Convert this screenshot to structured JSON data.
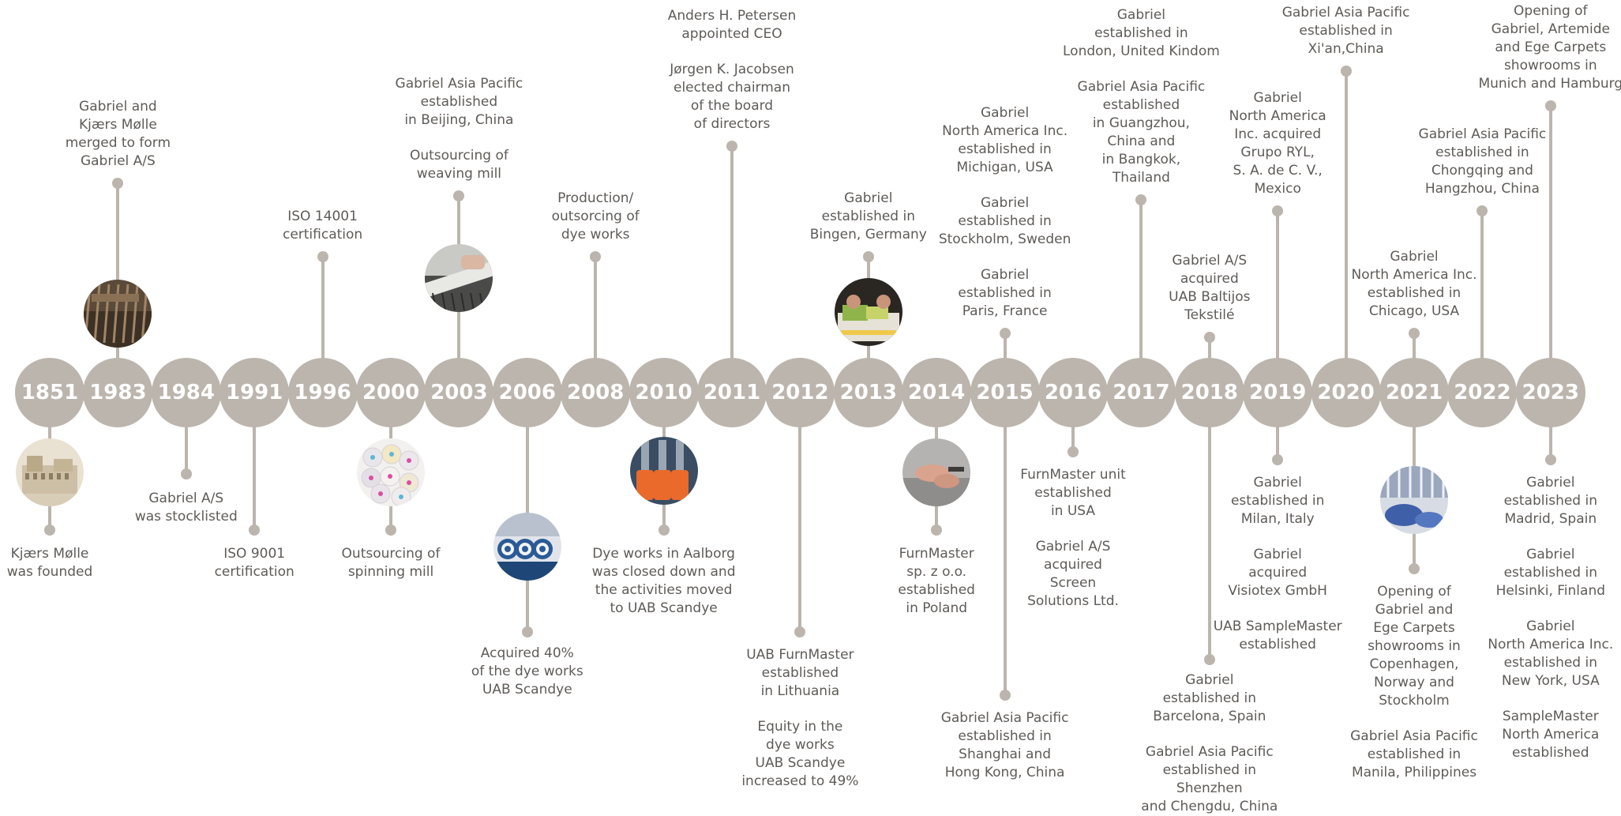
{
  "colors": {
    "accent": "#bbb5ad",
    "text": "#5e5b58"
  },
  "years": [
    {
      "label": "1851",
      "above": [],
      "below": [
        "Kjærs Mølle\nwas founded"
      ],
      "below_photo": "historic-factory-photo",
      "above_photo": null
    },
    {
      "label": "1983",
      "above": [
        "Gabriel and\nKjærs Mølle\nmerged to form\nGabriel A/S"
      ],
      "above_photo": "loom-machinery-photo",
      "below": [],
      "below_photo": null
    },
    {
      "label": "1984",
      "above": [],
      "above_photo": null,
      "below": [
        "Gabriel A/S\nwas stocklisted"
      ],
      "below_photo": null
    },
    {
      "label": "1991",
      "above": [],
      "above_photo": null,
      "below": [
        "ISO 9001\ncertification"
      ],
      "below_photo": null
    },
    {
      "label": "1996",
      "above": [
        "ISO 14001\ncertification"
      ],
      "above_photo": null,
      "below": [],
      "below_photo": null
    },
    {
      "label": "2000",
      "above": [],
      "above_photo": null,
      "below": [
        "Outsourcing of\nspinning mill"
      ],
      "below_photo": "yarn-spools-photo"
    },
    {
      "label": "2003",
      "above": [
        "Gabriel Asia Pacific\nestablished\nin Beijing, China",
        "Outsourcing of\nweaving mill"
      ],
      "above_photo": "weaving-mill-photo",
      "below": [],
      "below_photo": null
    },
    {
      "label": "2006",
      "above": [],
      "above_photo": null,
      "below": [
        "Acquired 40%\nof the dye works\nUAB Scandye"
      ],
      "below_photo": "blue-bobbins-photo"
    },
    {
      "label": "2008",
      "above": [
        "Production/\noutsorcing of\ndye works"
      ],
      "above_photo": null,
      "below": [],
      "below_photo": null
    },
    {
      "label": "2010",
      "above": [],
      "above_photo": null,
      "below": [
        "Dye works in Aalborg\nwas closed down and\nthe activities moved\nto UAB Scandye"
      ],
      "below_photo": "orange-dye-photo"
    },
    {
      "label": "2011",
      "above": [
        "Anders H. Petersen\nappointed CEO",
        "Jørgen K. Jacobsen\nelected chairman\nof the board\nof directors"
      ],
      "above_photo": null,
      "below": [],
      "below_photo": null
    },
    {
      "label": "2012",
      "above": [],
      "above_photo": null,
      "below": [
        "UAB FurnMaster\nestablished\nin Lithuania",
        "Equity in the\ndye works\nUAB Scandye\nincreased to 49%"
      ],
      "below_photo": null
    },
    {
      "label": "2013",
      "above": [
        "Gabriel\nestablished in\nBingen, Germany"
      ],
      "above_photo": "fabric-samples-photo",
      "below": [],
      "below_photo": null
    },
    {
      "label": "2014",
      "above": [],
      "above_photo": null,
      "below": [
        "FurnMaster\nsp. z o.o.\nestablished\nin Poland"
      ],
      "below_photo": "upholstery-work-photo"
    },
    {
      "label": "2015",
      "above": [
        "Gabriel\nNorth America Inc.\nestablished in\nMichigan, USA",
        "Gabriel\nestablished in\nStockholm, Sweden",
        "Gabriel\nestablished in\nParis, France"
      ],
      "above_photo": null,
      "below": [
        "Gabriel Asia Pacific\nestablished in\nShanghai and\nHong Kong, China"
      ],
      "below_photo": null
    },
    {
      "label": "2016",
      "above": [],
      "above_photo": null,
      "below": [
        "FurnMaster unit\nestablished\nin USA",
        "Gabriel A/S\nacquired\nScreen\nSolutions Ltd."
      ],
      "below_photo": null
    },
    {
      "label": "2017",
      "above": [
        "Gabriel\nestablished in\nLondon, United Kindom",
        "Gabriel Asia Pacific\nestablished\nin Guangzhou,\nChina and\nin Bangkok,\nThailand"
      ],
      "above_photo": null,
      "below": [],
      "below_photo": null
    },
    {
      "label": "2018",
      "above": [
        "Gabriel A/S\nacquired\nUAB Baltijos\nTekstilé"
      ],
      "above_photo": null,
      "below": [
        "Gabriel\nestablished in\nBarcelona, Spain",
        "Gabriel Asia Pacific\nestablished in Shenzhen\nand Chengdu, China"
      ],
      "below_photo": null
    },
    {
      "label": "2019",
      "above": [
        "Gabriel\nNorth America\nInc. acquired\nGrupo RYL,\nS. A. de C. V.,\nMexico"
      ],
      "above_photo": null,
      "below": [
        "Gabriel\nestablished in\nMilan, Italy",
        "Gabriel\nacquired\nVisiotex GmbH",
        "UAB SampleMaster\nestablished"
      ],
      "below_photo": null
    },
    {
      "label": "2020",
      "above": [
        "Gabriel Asia Pacific\nestablished in\nXi'an,China"
      ],
      "above_photo": null,
      "below": [],
      "below_photo": null
    },
    {
      "label": "2021",
      "above": [
        "Gabriel\nNorth America Inc.\nestablished in\nChicago, USA"
      ],
      "above_photo": null,
      "below": [
        "Opening of\nGabriel and\nEge Carpets\nshowrooms in\nCopenhagen,\nNorway and\nStockholm",
        "Gabriel Asia Pacific\nestablished in\nManila, Philippines"
      ],
      "below_photo": "showroom-photo"
    },
    {
      "label": "2022",
      "above": [
        "Gabriel Asia Pacific\nestablished in\nChongqing and\nHangzhou, China"
      ],
      "above_photo": null,
      "below": [],
      "below_photo": null
    },
    {
      "label": "2023",
      "above": [
        "Opening of\nGabriel, Artemide\nand Ege Carpets\nshowrooms in\nMunich and Hamburg"
      ],
      "above_photo": null,
      "below": [
        "Gabriel\nestablished in\nMadrid, Spain",
        "Gabriel\nestablished in\nHelsinki, Finland",
        "Gabriel\nNorth America Inc.\nestablished in\nNew York, USA",
        "SampleMaster\nNorth America\nestablished"
      ],
      "below_photo": null
    }
  ]
}
